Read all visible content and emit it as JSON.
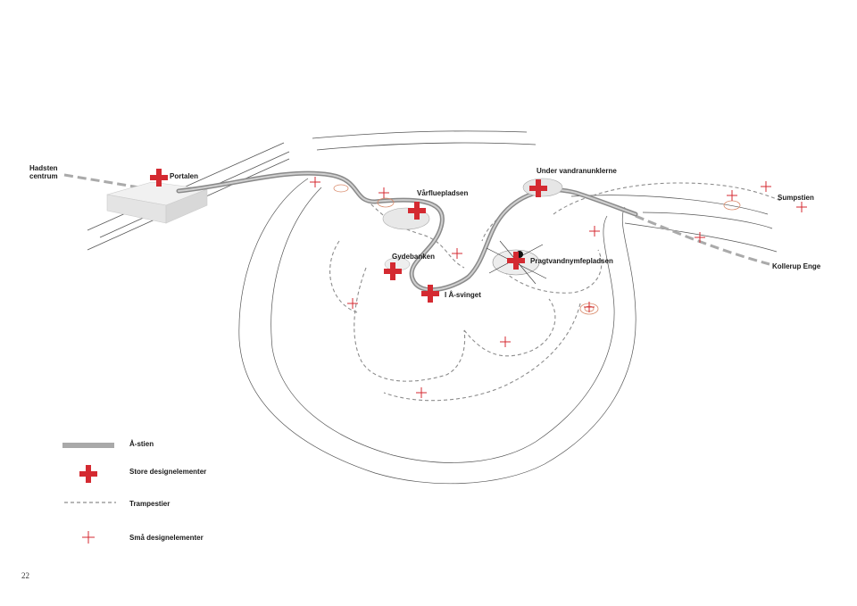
{
  "places": {
    "hadsten_line1": "Hadsten",
    "hadsten_line2": "centrum",
    "portalen": "Portalen",
    "varfluepladsen": "Vårfluepladsen",
    "under_vandranunklerne": "Under vandranunklerne",
    "sumpstien": "Sumpstien",
    "kollerup_enge": "Kollerup Enge",
    "gydebanken": "Gydebanken",
    "pragtvandnymfepladsen": "Pragtvandnymfepladsen",
    "a_svinget": "I Å-svinget"
  },
  "legend": {
    "a_stien": "Å-stien",
    "store": "Store designelementer",
    "trampestier": "Trampestier",
    "sma": "Små designelementer"
  },
  "page_number": "22",
  "colors": {
    "marker_red": "#d42a31",
    "path_gray": "#9a9a9a",
    "contour": "#555555"
  },
  "icons": {
    "store": "large-red-cross-icon",
    "sma": "small-red-cross-icon"
  }
}
